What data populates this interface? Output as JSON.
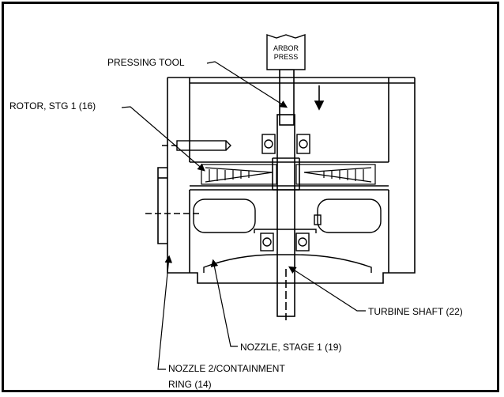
{
  "labels": {
    "arbor_press_line1": "ARBOR",
    "arbor_press_line2": "PRESS",
    "pressing_tool": "PRESSING TOOL",
    "rotor_stg1": "ROTOR, STG 1 (16)",
    "turbine_shaft": "TURBINE SHAFT (22)",
    "nozzle_stage1": "NOZZLE, STAGE 1 (19)",
    "nozzle2_line1": "NOZZLE 2/CONTAINMENT",
    "nozzle2_line2": "RING (14)"
  },
  "colors": {
    "line": "#000000",
    "background": "#ffffff"
  }
}
